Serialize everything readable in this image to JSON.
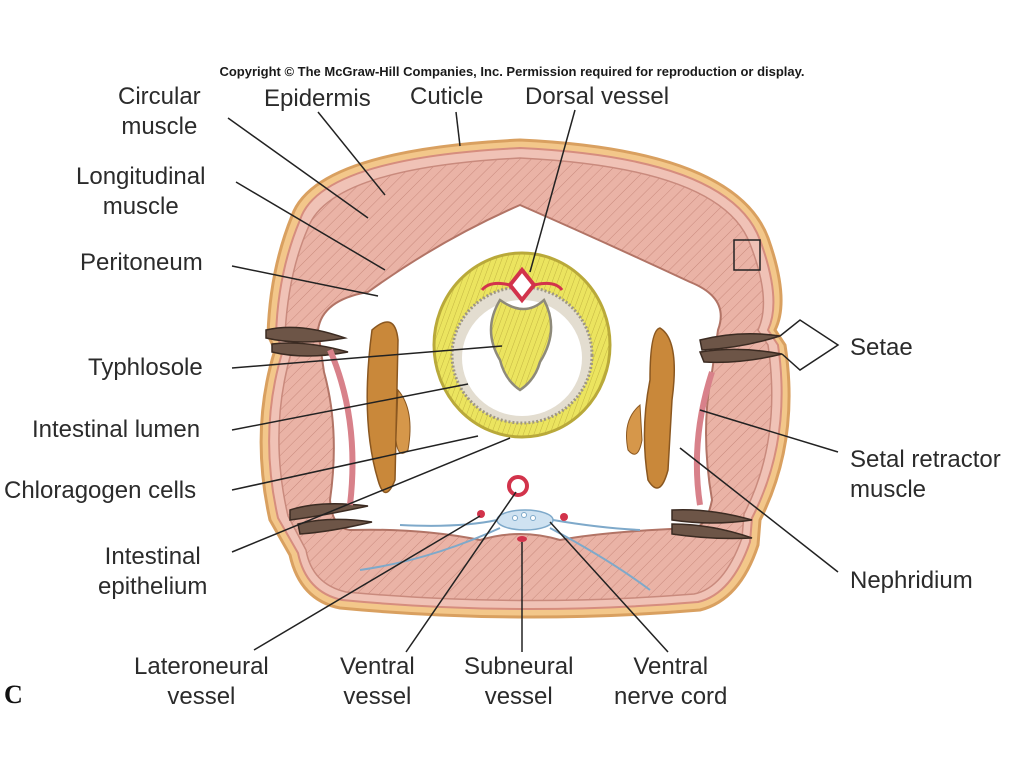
{
  "copyright": "Copyright © The McGraw-Hill Companies, Inc. Permission required for reproduction or display.",
  "panel_letter": "C",
  "labels": {
    "circular_muscle": "Circular\nmuscle",
    "epidermis": "Epidermis",
    "cuticle": "Cuticle",
    "dorsal_vessel": "Dorsal vessel",
    "longitudinal_muscle": "Longitudinal\nmuscle",
    "peritoneum": "Peritoneum",
    "typhlosole": "Typhlosole",
    "intestinal_lumen": "Intestinal lumen",
    "chloragogen_cells": "Chloragogen cells",
    "intestinal_epithelium": "Intestinal\nepithelium",
    "setae": "Setae",
    "setal_retractor_muscle": "Setal retractor\nmuscle",
    "nephridium": "Nephridium",
    "lateroneural_vessel": "Lateroneural\nvessel",
    "ventral_vessel": "Ventral\nvessel",
    "subneural_vessel": "Subneural\nvessel",
    "ventral_nerve_cord": "Ventral\nnerve cord"
  },
  "colors": {
    "muscle": "#eab3a6",
    "muscle_line": "#c98a7d",
    "cuticle": "#f3c78a",
    "chloragogen": "#e8e05a",
    "epithelium": "#d8d2c4",
    "vessel": "#d2334b",
    "nephridium": "#c9883a",
    "nerve": "#a9cbe8",
    "leader": "#222222"
  }
}
